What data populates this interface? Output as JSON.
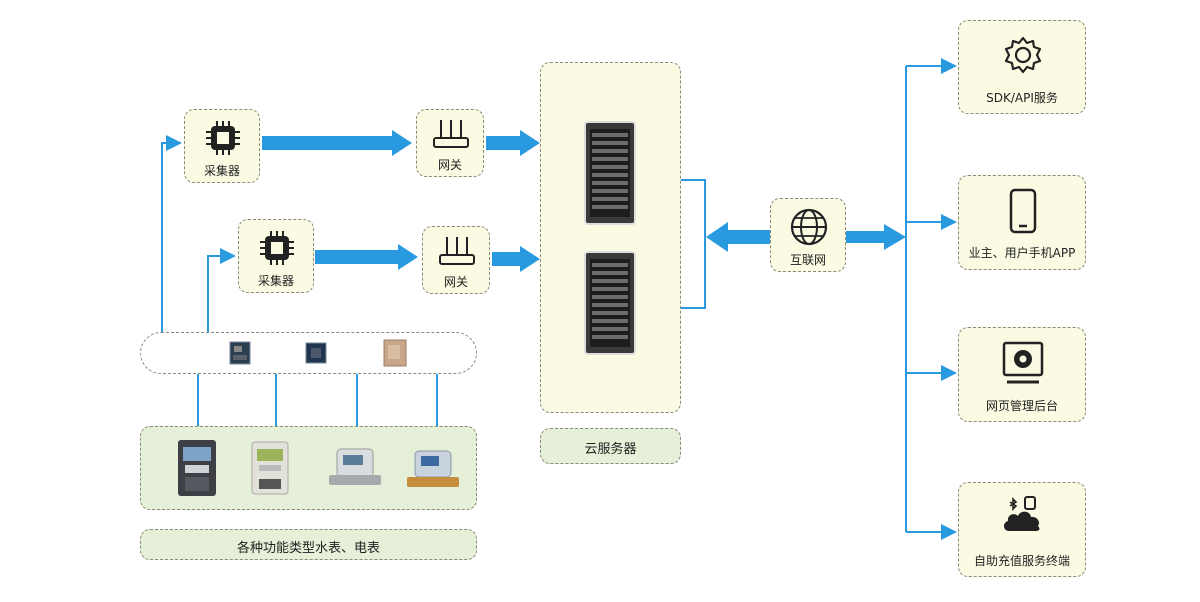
{
  "collector_label": "采集器",
  "gateway_label": "网关",
  "internet_label": "互联网",
  "cloud_label": "云服务器",
  "meters_label": "各种功能类型水表、电表",
  "services": [
    "SDK/API服务",
    "业主、用户手机APP",
    "网页管理后台",
    "自助充值服务终端"
  ],
  "colors": {
    "arrow": "#2a9ae0",
    "box_fill": "#fbfbe4",
    "meter_fill": "#e6efd8"
  }
}
